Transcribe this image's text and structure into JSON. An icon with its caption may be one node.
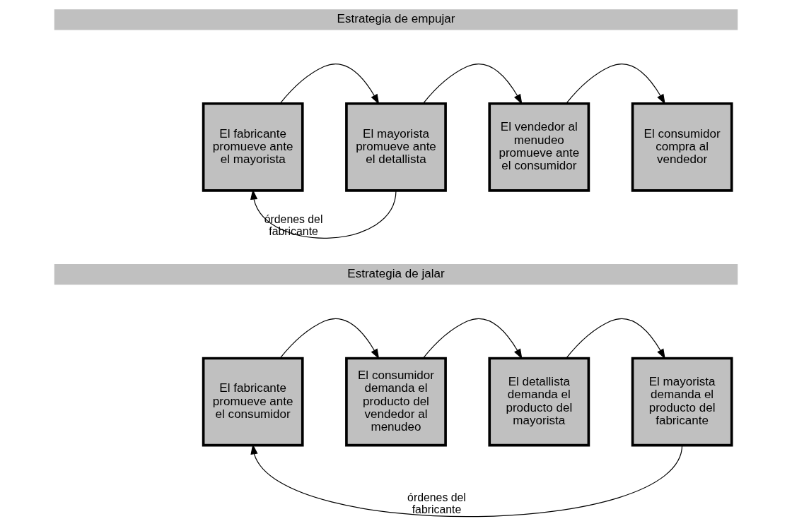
{
  "diagram": {
    "nodes": [
      {
        "text": [
          "Estrategia de empujar"
        ]
      },
      {
        "text": [
          "El fabricante promueve ante el mayorista"
        ]
      },
      {
        "text": [
          "El mayorista promueve ante el detallista"
        ]
      },
      {
        "text": [
          "El vendedor al menudeo promueve ante el consumidor"
        ]
      },
      {
        "text": [
          "El consumidor compra al vendedor"
        ]
      },
      {
        "text": [
          "Estrategia de jalar"
        ]
      },
      {
        "text": [
          "El fabricante promueve ante el consumidor"
        ]
      },
      {
        "text": [
          "El consumidor demanda el producto del vendedor al menudeo"
        ]
      },
      {
        "text": [
          "El detallista demanda el producto del mayorista"
        ]
      },
      {
        "text": [
          "El mayorista demanda el producto del fabricante"
        ]
      }
    ],
    "edges": [
      {
        "from": 1,
        "to": 2,
        "arrow": "to"
      },
      {
        "from": 2,
        "to": 3,
        "arrow": "to"
      },
      {
        "from": 3,
        "to": 4,
        "arrow": "to"
      },
      {
        "from": 2,
        "to": 1,
        "arrow": "to",
        "label": "órdenes del fabricante"
      },
      {
        "from": 6,
        "to": 7,
        "arrow": "to"
      },
      {
        "from": 7,
        "to": 8,
        "arrow": "to"
      },
      {
        "from": 8,
        "to": 9,
        "arrow": "to"
      },
      {
        "from": 9,
        "to": 6,
        "arrow": "to",
        "label": "órdenes del fabricante"
      }
    ]
  }
}
